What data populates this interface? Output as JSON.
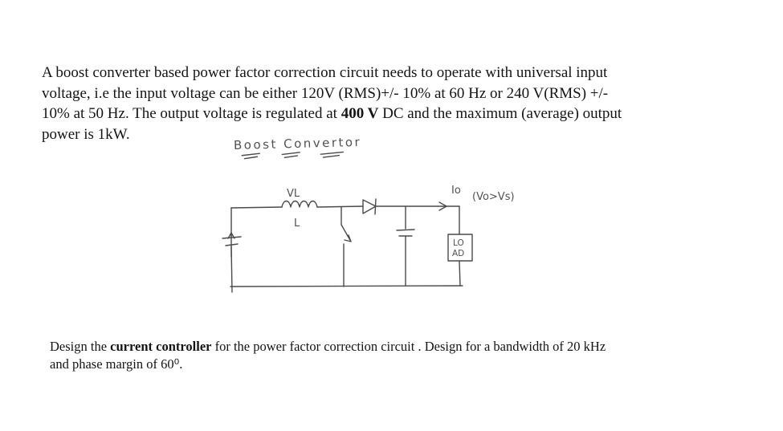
{
  "problem": {
    "line1": "A boost converter based power factor correction circuit needs to operate with universal input",
    "line2": "voltage, i.e the input voltage can be either 120V (RMS)+/- 10% at 60 Hz or 240 V(RMS) +/-",
    "line3a": "10% at 50 Hz.  The output voltage is regulated at ",
    "line3_bold": "400 V",
    "line3b": " DC and the maximum (average) output",
    "line4": "power is 1kW."
  },
  "diagram": {
    "title": "Boost Convertor",
    "inductor_voltage_label": "VL",
    "inductor_label": "L",
    "output_current_label": "Io",
    "voltage_condition_label": "(Vo>Vs)",
    "load_label_line1": "LO",
    "load_label_line2": "AD"
  },
  "task": {
    "line1a": "Design the ",
    "line1_bold": "current controller",
    "line1b": " for the power factor correction circuit .  Design for a bandwidth of 20 kHz",
    "line2": "and phase margin of 60⁰."
  }
}
